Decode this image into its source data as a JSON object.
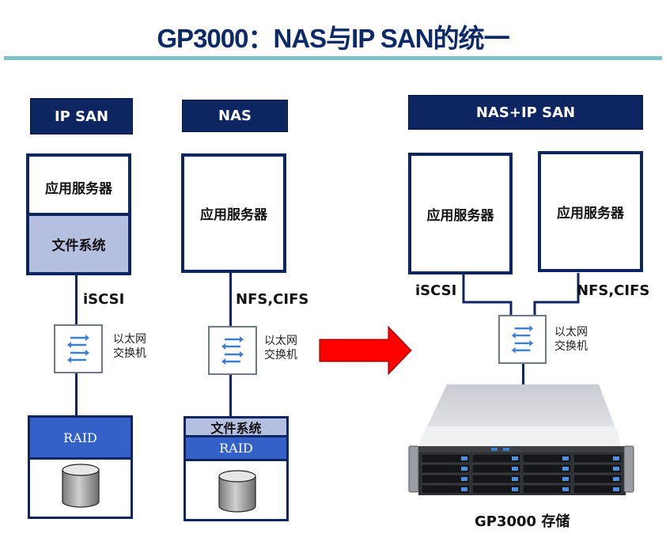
{
  "title": "GP3000：NAS与IP SAN的统一",
  "colors": {
    "header_bg": "#0d2560",
    "rule": "#7fbfc7",
    "filesystem_bg": "#b5bfe0",
    "raid_bg": "#3461c8",
    "arrow": "#ff0000",
    "switch_arrow": "#3a7fd0"
  },
  "ipsan": {
    "header": "IP SAN",
    "server_label": "应用服务器",
    "filesystem_label": "文件系统",
    "protocol": "iSCSI",
    "switch_label_line1": "以太网",
    "switch_label_line2": "交换机",
    "raid_label": "RAID",
    "disk_icon": "disk-cylinder-icon"
  },
  "nas": {
    "header": "NAS",
    "server_label": "应用服务器",
    "protocol": "NFS,CIFS",
    "switch_label_line1": "以太网",
    "switch_label_line2": "交换机",
    "filesystem_label": "文件系统",
    "raid_label": "RAID",
    "disk_icon": "disk-cylinder-icon"
  },
  "unified": {
    "header": "NAS+IP SAN",
    "server_left_label": "应用服务器",
    "server_right_label": "应用服务器",
    "protocol_left": "iSCSI",
    "protocol_right": "NFS,CIFS",
    "switch_label_line1": "以太网",
    "switch_label_line2": "交换机",
    "storage_caption": "GP3000 存储",
    "storage_icon": "rack-storage-server-icon"
  },
  "transition_icon": "right-arrow-icon"
}
